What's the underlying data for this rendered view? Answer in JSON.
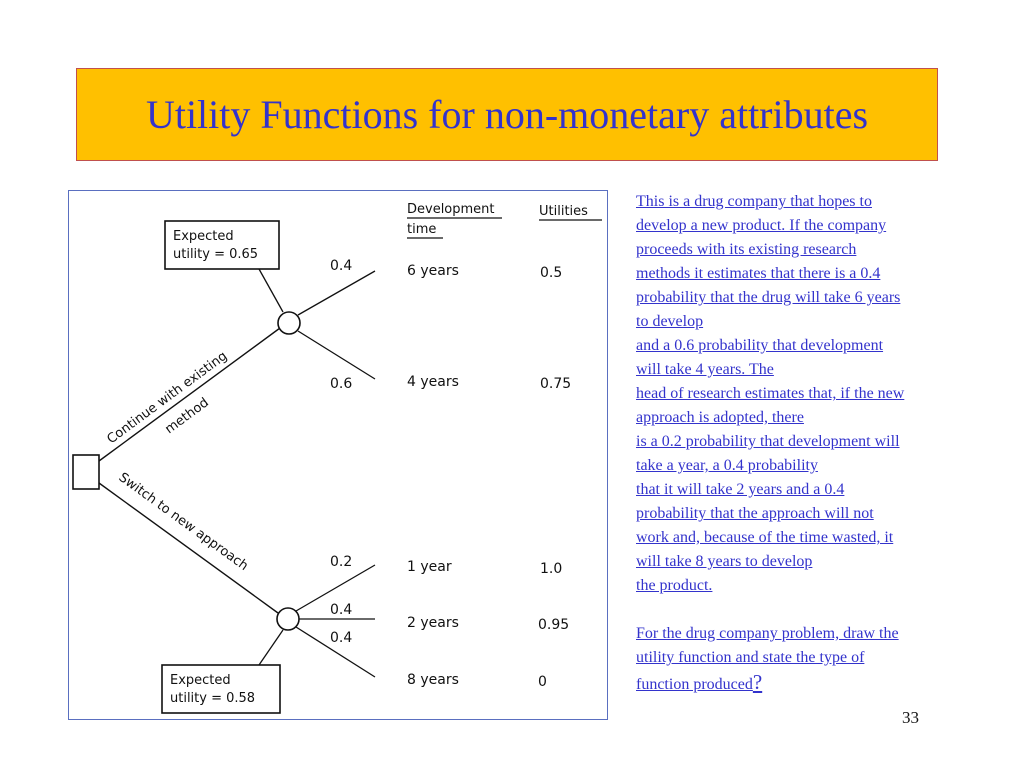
{
  "slide": {
    "title": "Utility Functions for non-monetary attributes",
    "page_number": "33"
  },
  "diagram": {
    "header_development_line1": "Development",
    "header_development_line2": "time",
    "header_utilities": "Utilities",
    "branch_existing_line1": "Continue with existing",
    "branch_existing_line2": "method",
    "branch_new": "Switch to new approach",
    "expected_top_line1": "Expected",
    "expected_top_line2": "utility = 0.65",
    "expected_bottom_line1": "Expected",
    "expected_bottom_line2": "utility = 0.58",
    "outcomes": [
      {
        "prob": "0.4",
        "time": "6 years",
        "utility": "0.5"
      },
      {
        "prob": "0.6",
        "time": "4 years",
        "utility": "0.75"
      },
      {
        "prob": "0.2",
        "time": "1 year",
        "utility": "1.0"
      },
      {
        "prob": "0.4",
        "time": "2 years",
        "utility": "0.95"
      },
      {
        "prob": "0.4",
        "time": "8 years",
        "utility": "0"
      }
    ]
  },
  "description": {
    "lines": [
      "This is a drug company that hopes to",
      "develop a new product. If the company",
      "proceeds with its existing research",
      "methods it estimates that there is a 0.4",
      "probability that the drug will take 6 years",
      "to develop",
      "and a 0.6 probability that development",
      "will take 4 years. The",
      "head of research estimates that, if the new",
      "approach is adopted, there",
      "is a 0.2 probability that development will",
      "take a year, a 0.4 probability",
      "that it will take 2 years and a 0.4",
      "probability that the approach will not",
      "work and, because of the time wasted, it",
      "will take 8 years to develop",
      "the product."
    ],
    "question_lines": [
      "For the drug company problem, draw the",
      "utility function and state the type of"
    ],
    "question_last": "function produced",
    "question_mark": "?"
  }
}
